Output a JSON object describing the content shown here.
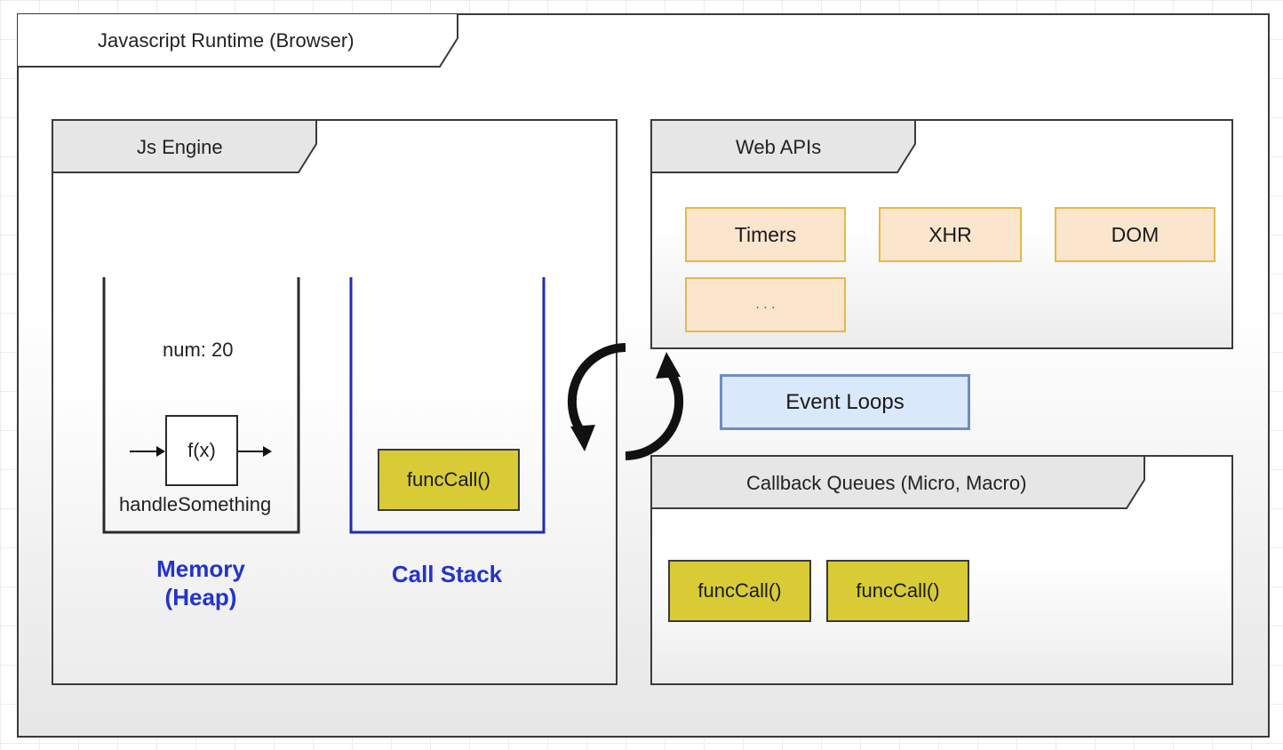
{
  "runtime": {
    "title": "Javascript Runtime (Browser)"
  },
  "engine": {
    "title": "Js Engine",
    "memory": {
      "variable": "num: 20",
      "function_box": "f(x)",
      "function_name": "handleSomething",
      "label_line1": "Memory",
      "label_line2": "(Heap)"
    },
    "call_stack": {
      "items": [
        "funcCall()"
      ],
      "label": "Call Stack"
    }
  },
  "web_apis": {
    "title": "Web APIs",
    "items": [
      "Timers",
      "XHR",
      "DOM",
      ". . ."
    ]
  },
  "event_loop": {
    "label": "Event Loops"
  },
  "callback_queues": {
    "title": "Callback Queues (Micro, Macro)",
    "items": [
      "funcCall()",
      "funcCall()"
    ]
  },
  "colors": {
    "api_fill": "#fce5cd",
    "api_border": "#e3b94a",
    "func_fill": "#d8cb36",
    "event_loop_fill": "#dae8fc",
    "event_loop_border": "#6c8ebf",
    "label_blue": "#2233cc",
    "call_stack_border": "#1f2bb8"
  },
  "icons": {
    "loop": "refresh-cycle-icon",
    "arrows": "arrow-right-icon"
  }
}
